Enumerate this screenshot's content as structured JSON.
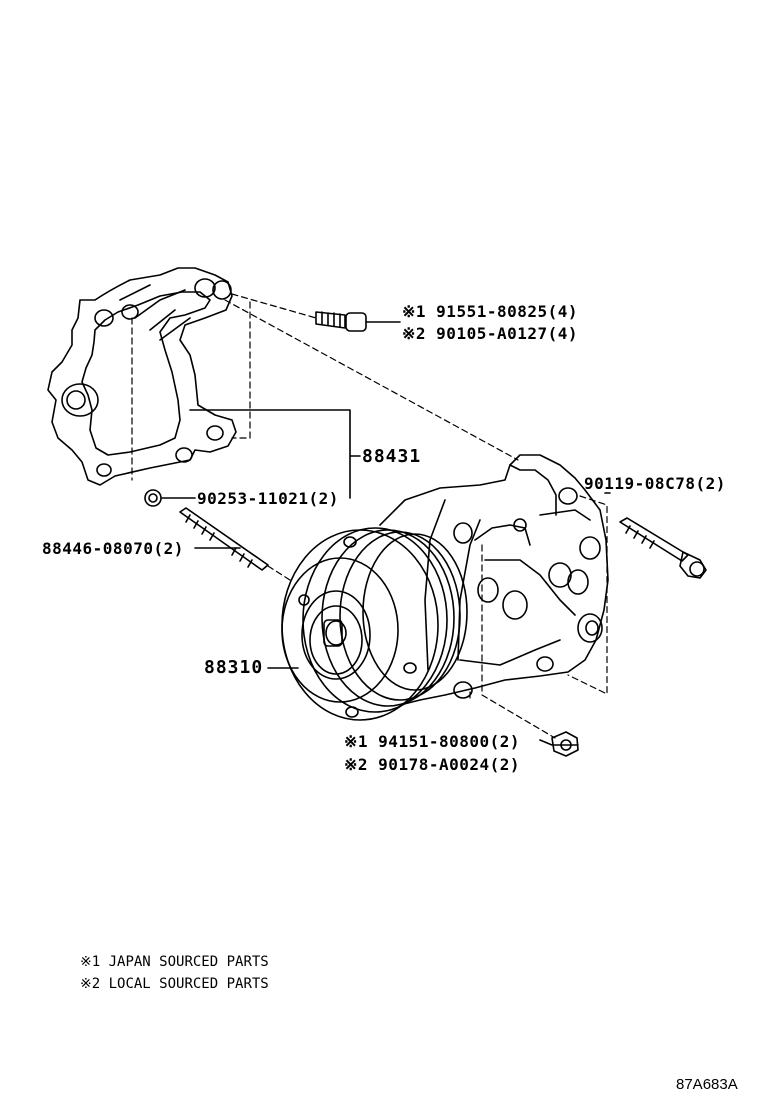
{
  "callouts": {
    "bolt_japan": "※1 91551-80825(4)",
    "bolt_local": "※2 90105-A0127(4)",
    "bracket": "88431",
    "nut_bracket": "90253-11021(2)",
    "stud": "88446-08070(2)",
    "bolt_comp": "90119-08C78(2)",
    "compressor": "88310",
    "nut_japan": "※1 94151-80800(2)",
    "nut_local": "※2 90178-A0024(2)"
  },
  "notes": {
    "note1": "※1 JAPAN SOURCED PARTS",
    "note2": "※2 LOCAL SOURCED PARTS"
  },
  "diagram_code": "87A683A"
}
